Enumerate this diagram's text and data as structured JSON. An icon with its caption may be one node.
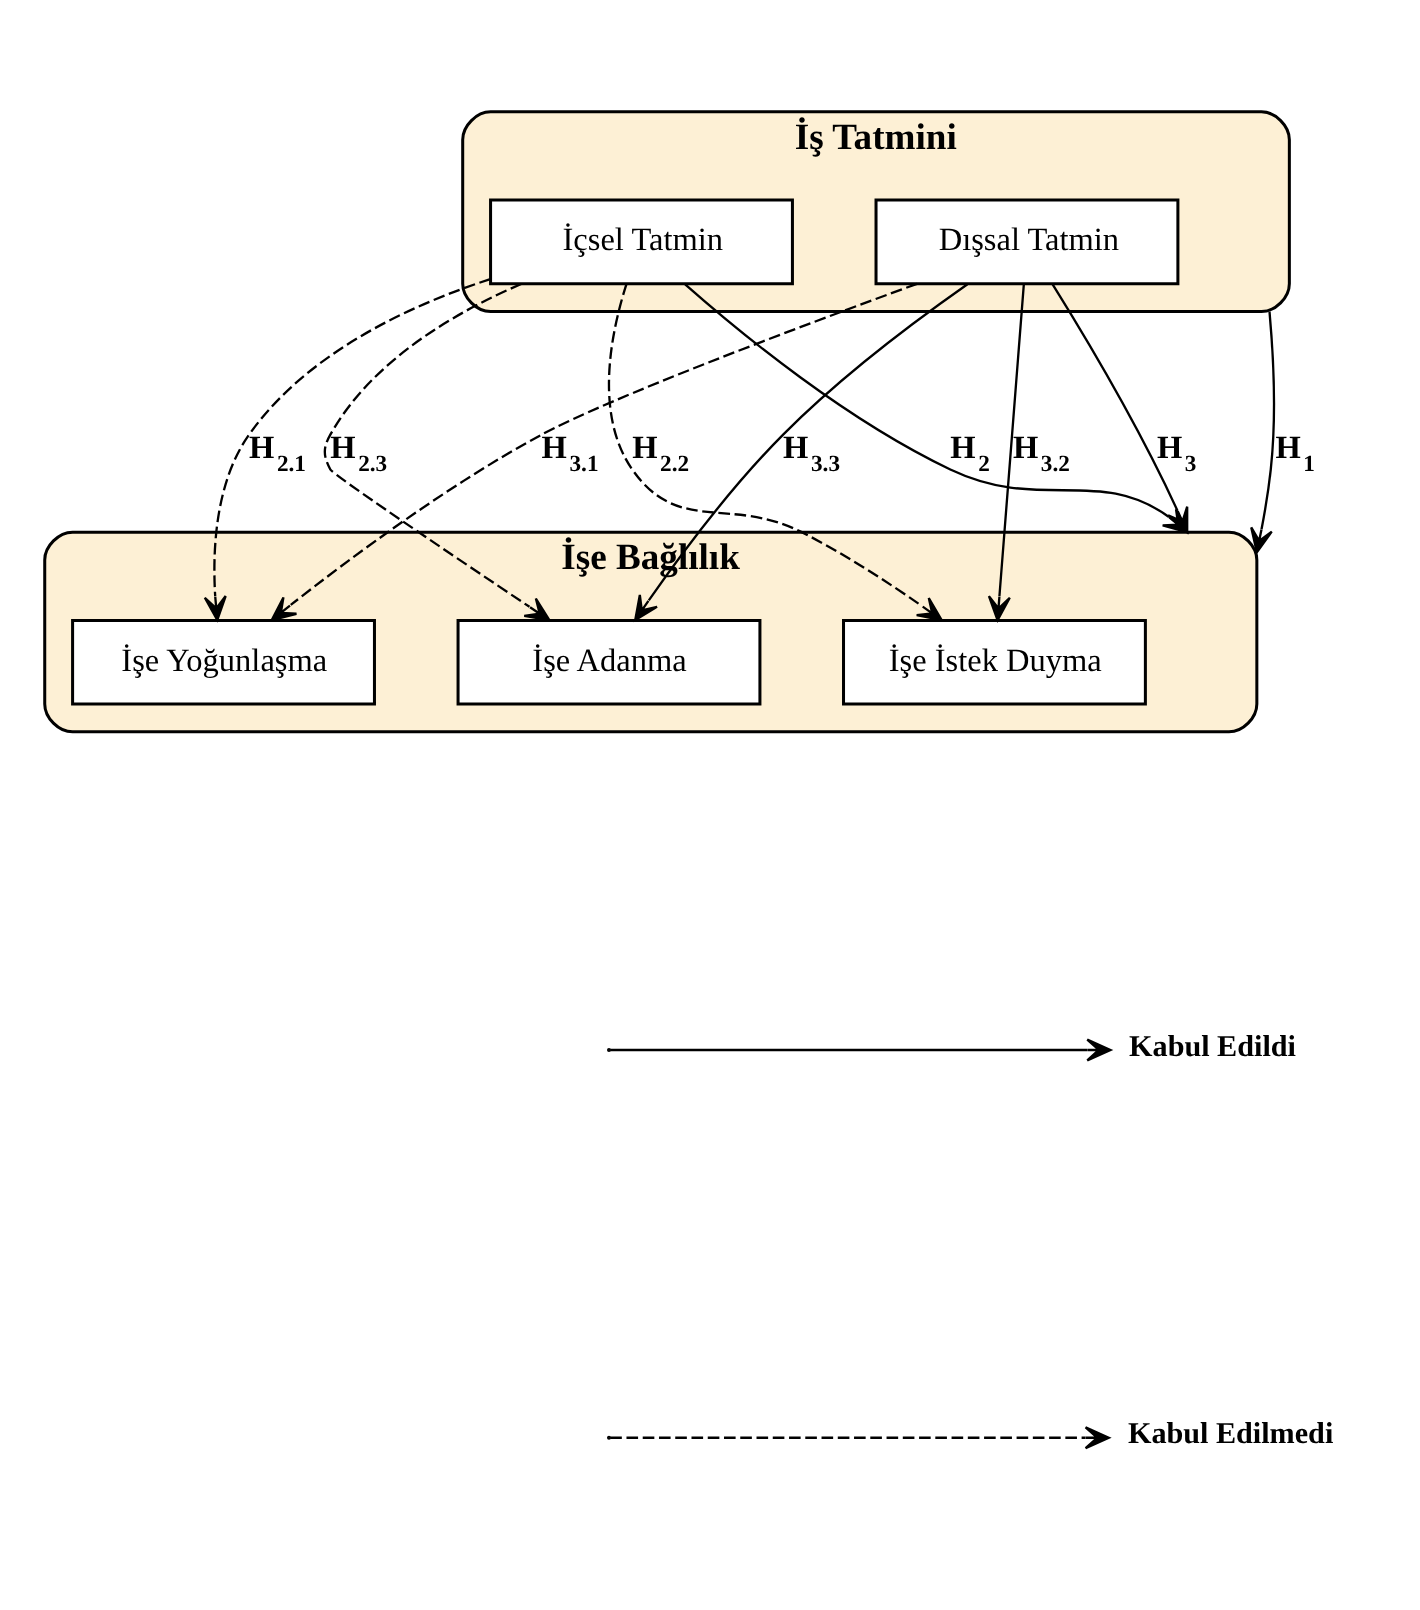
{
  "diagram": {
    "nodes": [
      {
        "text": [
          "İş Tatmini"
        ]
      },
      {
        "text": [
          "İçsel Tatmin"
        ],
        "in": 0
      },
      {
        "text": [
          "Dışsal Tatmin"
        ],
        "in": 0
      },
      {
        "text": [
          "İşe Bağlılık"
        ]
      },
      {
        "text": [
          "İşe Yoğunlaşma"
        ],
        "in": 3
      },
      {
        "text": [
          "İşe İstek Duyma"
        ],
        "in": 3
      },
      {
        "text": [
          "İşe Adanma"
        ],
        "in": 3
      }
    ],
    "edges": [
      {
        "from": 1,
        "to": 3,
        "arrow": "to",
        "label": "H$_{2}$"
      },
      {
        "from": 2,
        "to": 3,
        "arrow": "to",
        "label": "H$_{3}$"
      },
      {
        "from": 0,
        "to": 3,
        "arrow": "to",
        "label": "H$_{1}$"
      },
      {
        "from": 1,
        "to": 4,
        "arrow": "to",
        "label": "H$_{2.1}$",
        "style": "dashed"
      },
      {
        "from": 1,
        "to": 5,
        "arrow": "to",
        "label": "H$_{2.2}$",
        "style": "dashed"
      },
      {
        "from": 1,
        "to": 6,
        "arrow": "to",
        "label": "H$_{2.3}$",
        "style": "dashed"
      },
      {
        "from": 2,
        "to": 4,
        "arrow": "to",
        "label": "H$_{3.1}$",
        "style": "dashed"
      },
      {
        "from": 2,
        "to": 5,
        "arrow": "to",
        "label": "H$_{3.2}$"
      },
      {
        "from": 2,
        "to": 6,
        "arrow": "to",
        "label": "H$_{3.3}$"
      }
    ],
    "legend": [
      {
        "text": "Kabul Edildi"
      },
      {
        "text": "Kabul Edilmedi"
      }
    ]
  }
}
